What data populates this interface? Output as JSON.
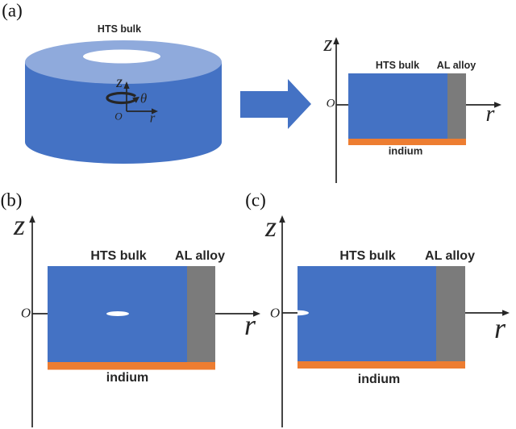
{
  "colors": {
    "hts_blue": "#4472C4",
    "cylinder_top_blue": "#8FAADC",
    "al_alloy_gray": "#7B7B7B",
    "indium_orange": "#ED7D31",
    "axis_black": "#262626",
    "crack_white": "#FFFFFF",
    "background": "#FFFFFF"
  },
  "panel_a": {
    "label": "(a)",
    "cylinder": {
      "title": "HTS bulk",
      "axis_z": "z",
      "theta": "θ",
      "origin": "O",
      "axis_r": "r"
    },
    "cross_section": {
      "axis_z": "z",
      "origin": "O",
      "axis_r": "r",
      "hts_label": "HTS bulk",
      "al_label": "AL alloy",
      "indium_label": "indium"
    }
  },
  "panel_b": {
    "label": "(b)",
    "axis_z": "z",
    "origin": "O",
    "axis_r": "r",
    "hts_label": "HTS bulk",
    "al_label": "AL alloy",
    "indium_label": "indium"
  },
  "panel_c": {
    "label": "(c)",
    "axis_z": "z",
    "origin": "O",
    "axis_r": "r",
    "hts_label": "HTS bulk",
    "al_label": "AL alloy",
    "indium_label": "indium"
  }
}
